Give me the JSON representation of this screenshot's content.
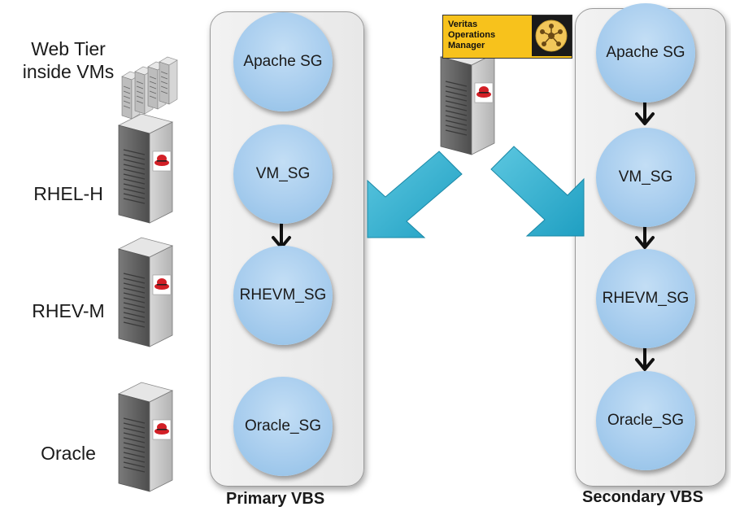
{
  "tier_labels": [
    "Web Tier\ninside VMs",
    "RHEL-H",
    "RHEV-M",
    "Oracle"
  ],
  "primary": {
    "title": "Primary VBS",
    "nodes": [
      "Apache SG",
      "VM_SG",
      "RHEVM_SG",
      "Oracle_SG"
    ]
  },
  "secondary": {
    "title": "Secondary VBS",
    "nodes": [
      "Apache SG",
      "VM_SG",
      "RHEVM_SG",
      "Oracle_SG"
    ]
  },
  "vom": {
    "label": "Veritas\nOperations\nManager"
  },
  "colors": {
    "node_fill": "#a8cdee",
    "panel_fill": "#ececec",
    "flow_arrow": "#33b5d4",
    "badge_fill": "#f7c21c",
    "redhat_red": "#d21f26"
  }
}
